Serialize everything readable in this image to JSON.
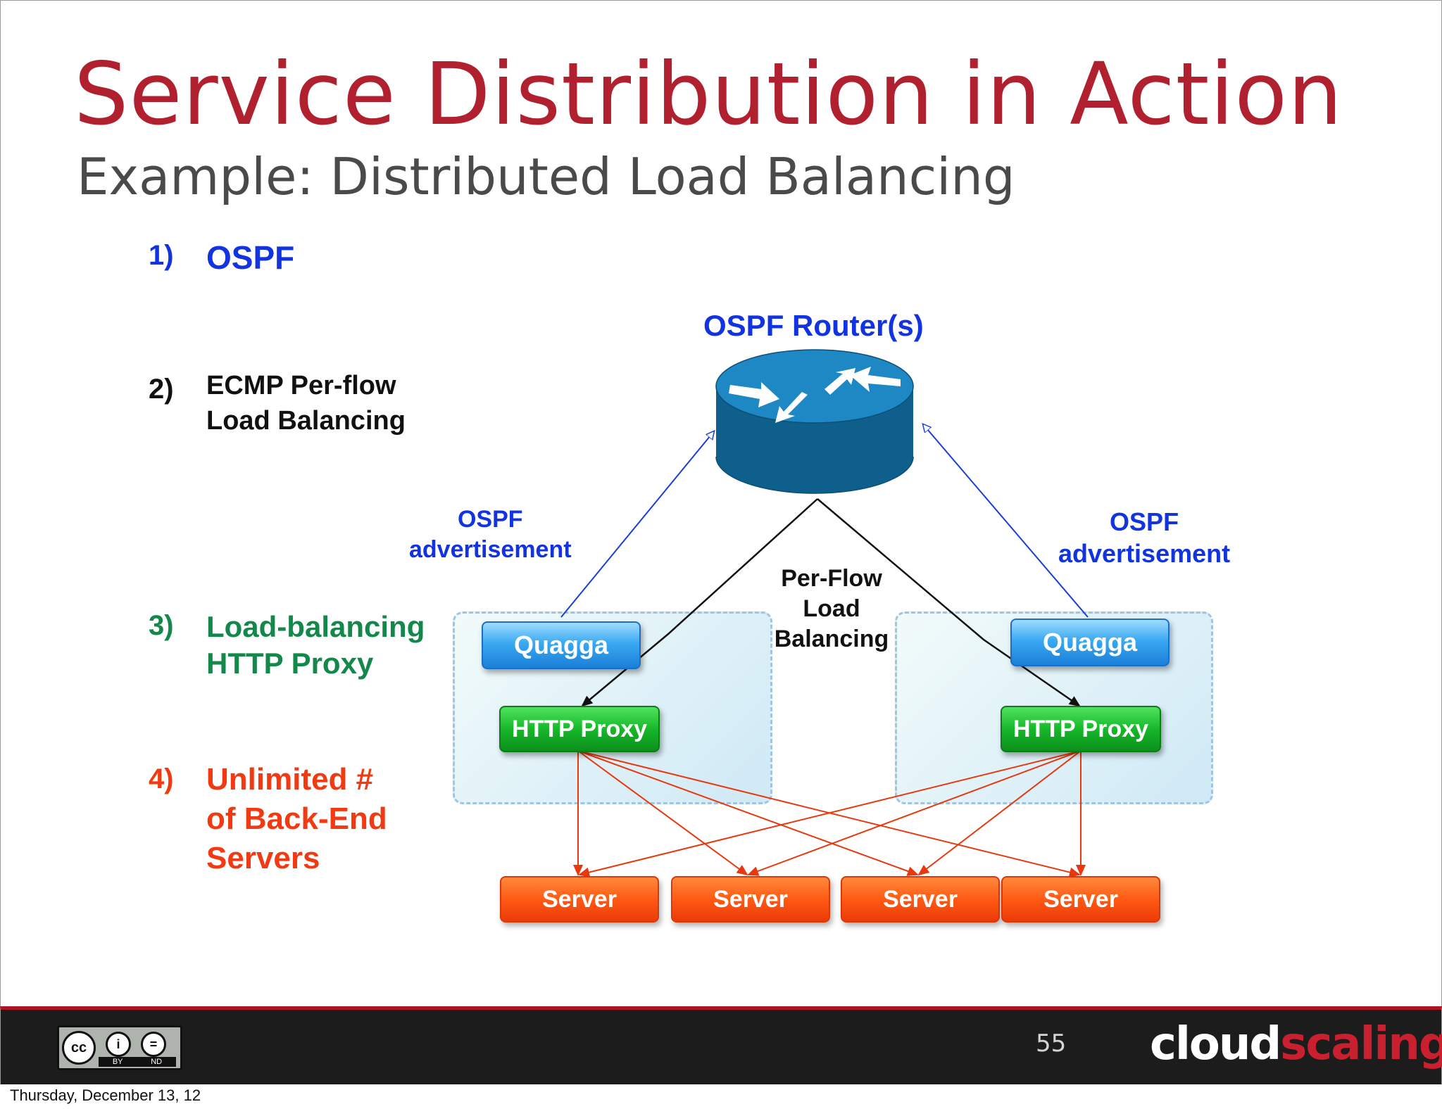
{
  "slide": {
    "title": "Service Distribution in Action",
    "subtitle": "Example: Distributed Load Balancing"
  },
  "steps": [
    {
      "num": "1)",
      "lines": [
        "OSPF"
      ],
      "color": "#1233e0"
    },
    {
      "num": "2)",
      "lines": [
        "ECMP Per-flow",
        "Load Balancing"
      ],
      "color": "#111111"
    },
    {
      "num": "3)",
      "lines": [
        "Load-balancing",
        "HTTP Proxy"
      ],
      "color": "#13884a"
    },
    {
      "num": "4)",
      "lines": [
        "Unlimited #",
        "of Back-End",
        "Servers"
      ],
      "color": "#f23a12"
    }
  ],
  "diagram": {
    "router_label": "OSPF Router(s)",
    "advertisement_left": [
      "OSPF",
      "advertisement"
    ],
    "advertisement_right": [
      "OSPF",
      "advertisement"
    ],
    "per_flow": [
      "Per-Flow",
      "Load",
      "Balancing"
    ],
    "quagga_left": "Quagga",
    "quagga_right": "Quagga",
    "proxy_left": "HTTP Proxy",
    "proxy_right": "HTTP Proxy",
    "servers": [
      "Server",
      "Server",
      "Server",
      "Server"
    ],
    "colors": {
      "ospf_arrow": "#1a3fd6",
      "flow_arrow": "#111111",
      "server_arrow": "#e8380e",
      "router_fill": "#126d9c"
    }
  },
  "footer": {
    "license_icon": "creative-commons-by-nd-icon",
    "license_cc": "cc",
    "license_by": "BY",
    "license_nd": "ND",
    "page_number": "55",
    "brand_part1": "cloud",
    "brand_part2": "scaling"
  },
  "date_caption": "Thursday, December 13, 12"
}
